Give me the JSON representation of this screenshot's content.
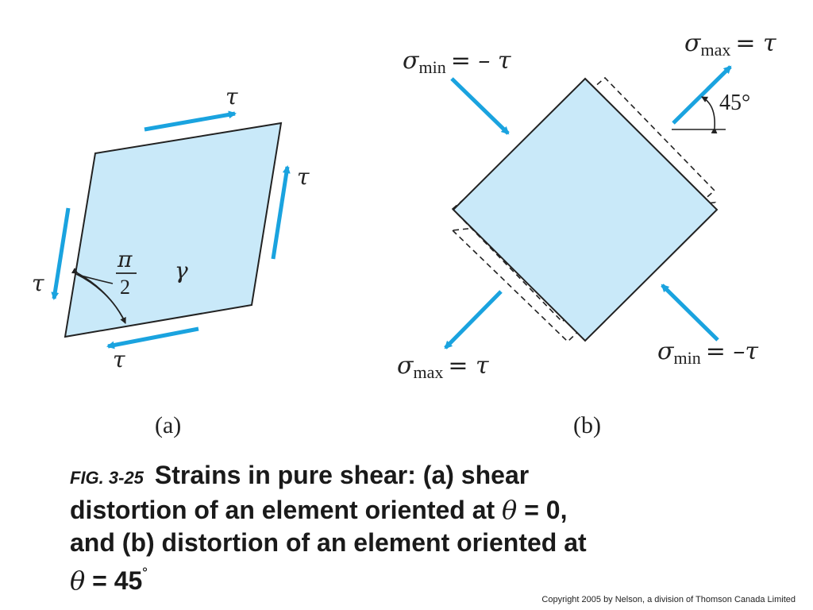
{
  "colors": {
    "fill": "#c9e9f9",
    "arrow": "#1aa3df",
    "outline": "#222222"
  },
  "part_a": {
    "label": "(a)",
    "tau_top": "τ",
    "tau_right": "τ",
    "tau_left": "τ",
    "tau_bottom": "τ",
    "angle_num": "π",
    "angle_den": "2",
    "gamma": "γ"
  },
  "part_b": {
    "label": "(b)",
    "sigma": "σ",
    "sub_max": "max",
    "sub_min": "min",
    "eq_tau": "= τ",
    "eq_neg_tau": "= – τ",
    "eq_neg_tau_2": "= –τ",
    "angle": "45°"
  },
  "caption": {
    "fig_label": "FIG. 3-25",
    "line1": "Strains in pure shear: (a) shear",
    "line2a": "distortion of an element oriented at ",
    "theta": "θ",
    "line2b": " = 0,",
    "line3": "and (b) distortion of an element oriented at",
    "line4": " = 45",
    "deg": "˚"
  },
  "copyright": "Copyright 2005 by Nelson, a division of Thomson Canada Limited"
}
